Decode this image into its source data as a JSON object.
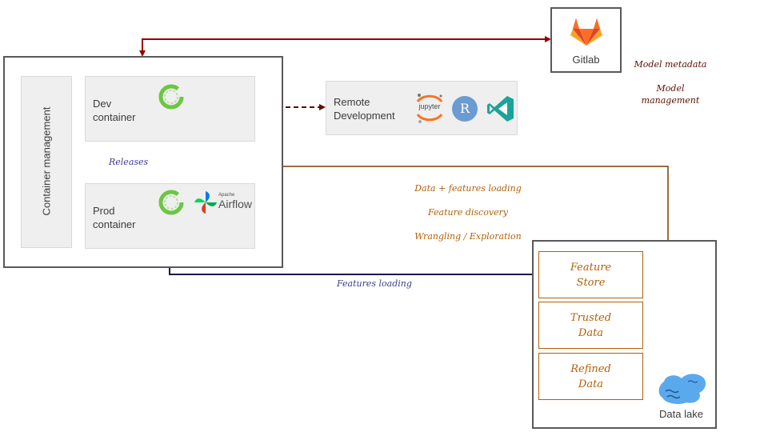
{
  "gitlab": {
    "label": "Gitlab",
    "icon": "gitlab-fox-icon"
  },
  "gitlab_note": {
    "line1": "Model metadata",
    "line2": "Model management"
  },
  "container_management": {
    "label": "Container management"
  },
  "dev_container": {
    "label": "Dev\ncontainer",
    "icon": "jupyter-ring-icon"
  },
  "prod_container": {
    "label": "Prod\ncontainer",
    "icons": [
      "jupyter-ring-icon",
      "airflow-pinwheel-icon"
    ]
  },
  "airflow_logo": {
    "small_text": "Apache",
    "text": "Airflow"
  },
  "remote_dev": {
    "label": "Remote\nDevelopment",
    "icons": [
      "jupyter-icon",
      "r-icon",
      "vscode-icon"
    ],
    "jupyter_text": "jupyter",
    "r_text": "R"
  },
  "releases_label": "Releases",
  "data_features_note": {
    "line1": "Data + features loading",
    "line2": "Feature discovery",
    "line3": "Wrangling / Exploration"
  },
  "features_loading_label": "Features loading",
  "data_lake": {
    "label": "Data lake",
    "icon": "lake-icon",
    "stores": [
      {
        "label": "Feature\nStore"
      },
      {
        "label": "Trusted\nData"
      },
      {
        "label": "Refined\nData"
      }
    ]
  },
  "colors": {
    "gitlab_arrow": "#990000",
    "remote_arrow": "#5b0f00",
    "releases_arrow": "#8e7cc3",
    "data_arrow": "#783f04",
    "features_arrow": "#20124d",
    "store_accent": "#b45f06",
    "features_label": "#3d3d8f"
  }
}
